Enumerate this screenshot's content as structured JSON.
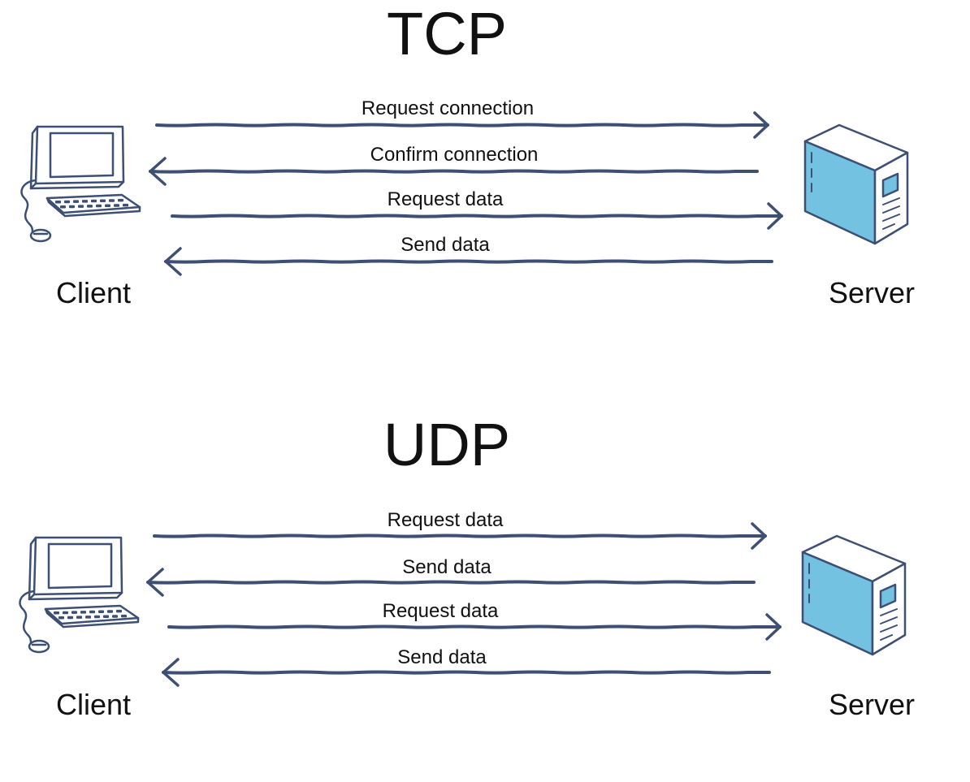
{
  "colors": {
    "stroke": "#3d4f73",
    "server_face": "#74c2e1",
    "screen_fill": "#ffffff",
    "text": "#111111"
  },
  "tcp": {
    "title": "TCP",
    "client_label": "Client",
    "server_label": "Server",
    "client_icon": "computer-icon",
    "server_icon": "server-icon",
    "messages": [
      {
        "label": "Request connection",
        "direction": "to-server"
      },
      {
        "label": "Confirm connection",
        "direction": "to-client"
      },
      {
        "label": "Request data",
        "direction": "to-server"
      },
      {
        "label": "Send data",
        "direction": "to-client"
      }
    ]
  },
  "udp": {
    "title": "UDP",
    "client_label": "Client",
    "server_label": "Server",
    "client_icon": "computer-icon",
    "server_icon": "server-icon",
    "messages": [
      {
        "label": "Request data",
        "direction": "to-server"
      },
      {
        "label": "Send data",
        "direction": "to-client"
      },
      {
        "label": "Request data",
        "direction": "to-server"
      },
      {
        "label": "Send data",
        "direction": "to-client"
      }
    ]
  }
}
